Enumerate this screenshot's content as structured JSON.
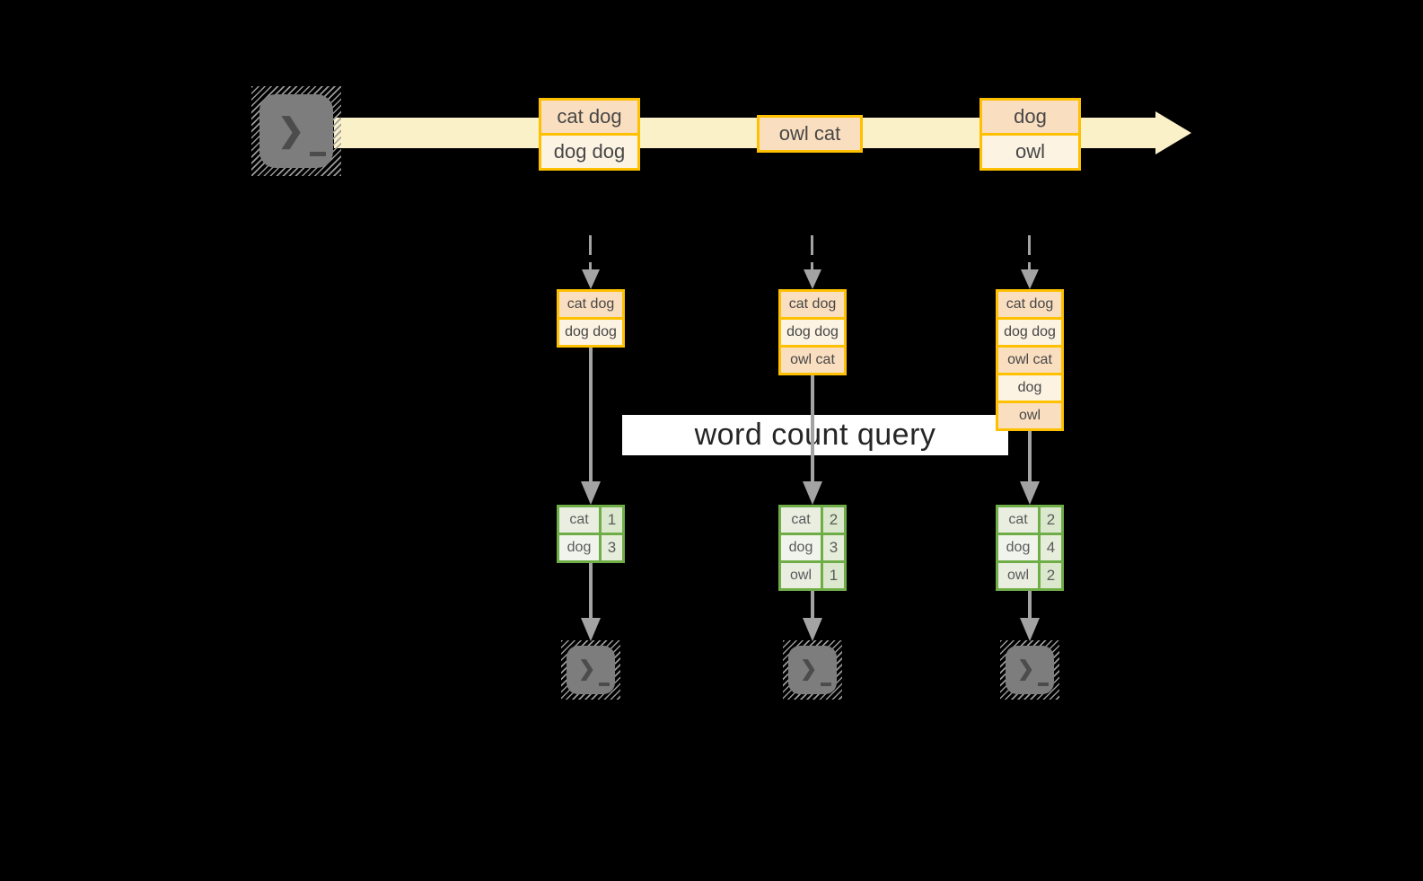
{
  "query": {
    "label": "word count query"
  },
  "timeline": {
    "events": [
      {
        "lines": [
          "cat dog",
          "dog dog"
        ]
      },
      {
        "lines": [
          "owl cat"
        ]
      },
      {
        "lines": [
          "dog",
          "owl"
        ]
      }
    ]
  },
  "columns": [
    {
      "state": [
        "cat dog",
        "dog dog"
      ],
      "counts": [
        {
          "word": "cat",
          "count": "1"
        },
        {
          "word": "dog",
          "count": "3"
        }
      ]
    },
    {
      "state": [
        "cat dog",
        "dog dog",
        "owl cat"
      ],
      "counts": [
        {
          "word": "cat",
          "count": "2"
        },
        {
          "word": "dog",
          "count": "3"
        },
        {
          "word": "owl",
          "count": "1"
        }
      ]
    },
    {
      "state": [
        "cat dog",
        "dog dog",
        "owl cat",
        "dog",
        "owl"
      ],
      "counts": [
        {
          "word": "cat",
          "count": "2"
        },
        {
          "word": "dog",
          "count": "4"
        },
        {
          "word": "owl",
          "count": "2"
        }
      ]
    }
  ],
  "icons": {
    "terminal_prompt": "❯"
  },
  "colors": {
    "background": "#000000",
    "stream_band": "#FBF1C9",
    "orange_border": "#FFC000",
    "cell_peach": "#FADEC0",
    "cell_cream": "#FCF3E3",
    "green_border": "#6FAD47",
    "green_cell_dark": "#DCE8CD",
    "green_cell_light": "#F1F4EC",
    "arrow_gray": "#A3A3A3",
    "query_band": "#FFFFFF"
  }
}
